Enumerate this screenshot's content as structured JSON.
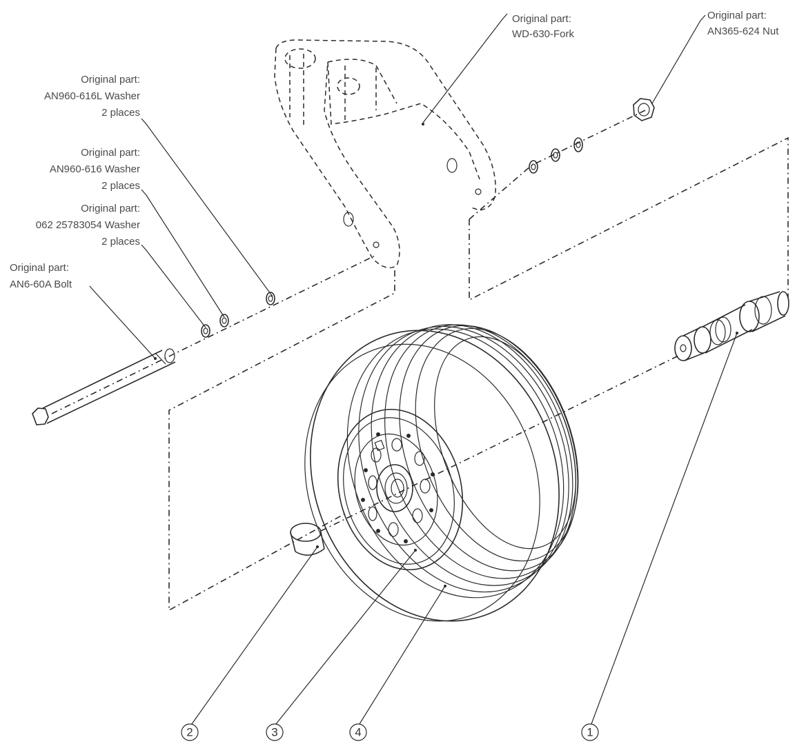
{
  "callouts": {
    "fork": {
      "line1": "Original part:",
      "line2": "WD-630-Fork"
    },
    "nut": {
      "line1": "Original part:",
      "line2": "AN365-624 Nut"
    },
    "washer_616l": {
      "line1": "Original part:",
      "line2": "AN960-616L Washer",
      "line3": "2 places"
    },
    "washer_616": {
      "line1": "Original part:",
      "line2": "AN960-616 Washer",
      "line3": "2 places"
    },
    "washer_062": {
      "line1": "Original part:",
      "line2": "062 25783054 Washer",
      "line3": "2 places"
    },
    "bolt": {
      "line1": "Original part:",
      "line2": "AN6-60A Bolt"
    }
  },
  "balloons": {
    "b1": "1",
    "b2": "2",
    "b3": "3",
    "b4": "4"
  }
}
